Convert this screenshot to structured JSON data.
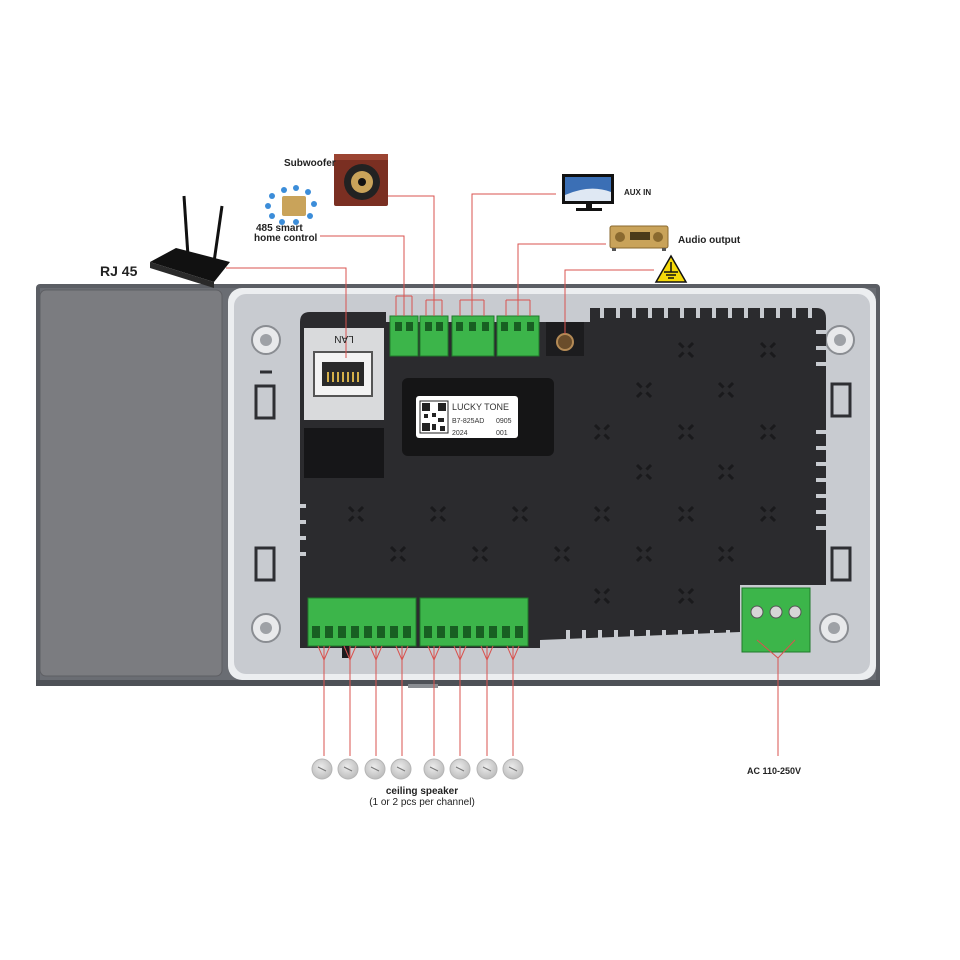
{
  "labels": {
    "subwoofer": "Subwoofer",
    "smart_home_line1": "485 smart",
    "smart_home_line2": "home control",
    "rj45": "RJ 45",
    "aux_in": "AUX IN",
    "audio_output": "Audio output",
    "ceiling_speaker_line1": "ceiling speaker",
    "ceiling_speaker_line2": "(1 or 2 pcs per channel)",
    "ac_power": "AC 110-250V",
    "lan": "LAN"
  },
  "device_label": {
    "brand": "LUCKY TONE",
    "model": "B7-825AD",
    "code": "0905",
    "year": "2024",
    "serial": "001"
  },
  "speakers": {
    "count": 8
  },
  "colors": {
    "wire": "#d9534f",
    "terminal": "#3cb54a",
    "module": "#2b2b2e",
    "panel": "#c4c7cc",
    "frame": "#55585e",
    "grille": "#78797c"
  },
  "icons": [
    "router-icon",
    "subwoofer-icon",
    "smart-home-icon",
    "tv-icon",
    "amplifier-icon",
    "ground-warning-icon",
    "ceiling-speaker-icon"
  ]
}
